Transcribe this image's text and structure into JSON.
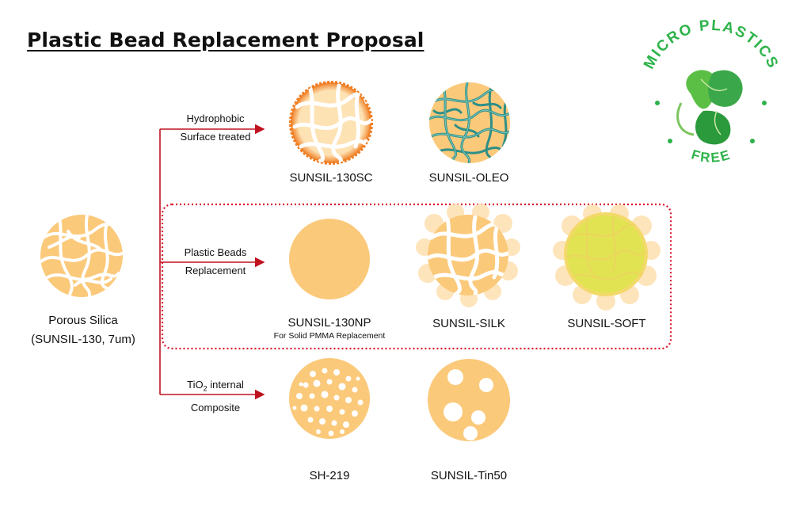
{
  "title": "Plastic Bead Replacement Proposal",
  "badge": {
    "arc_text": "MICRO PLASTICS",
    "bottom_text": "FREE",
    "icon": "three-leaf-recycle-icon",
    "color": "#2db34a"
  },
  "source": {
    "line1": "Porous Silica",
    "line2": "(SUNSIL-130, 7um)"
  },
  "branches": [
    {
      "line1": "Hydrophobic",
      "line2": "Surface treated"
    },
    {
      "line1": "Plastic Beads",
      "line2": "Replacement"
    },
    {
      "line1_prefix": "TiO",
      "line1_sub": "2",
      "line1_suffix": " internal",
      "line2": "Composite"
    }
  ],
  "products": {
    "sunsil_130sc": "SUNSIL-130SC",
    "sunsil_oleo": "SUNSIL-OLEO",
    "sunsil_130np": "SUNSIL-130NP",
    "sunsil_130np_note": "For Solid PMMA Replacement",
    "sunsil_silk": "SUNSIL-SILK",
    "sunsil_soft": "SUNSIL-SOFT",
    "sh_219": "SH-219",
    "sunsil_tin50": "SUNSIL-Tin50"
  },
  "colors": {
    "particle": "#fbc97a",
    "particle_light": "#fde2b4",
    "arrow": "#c0111f",
    "highlight_box": "#d9192c",
    "oleo_network": "#2e8f87",
    "soft_core": "#e2e353",
    "sc_shell": "#f07d22"
  }
}
